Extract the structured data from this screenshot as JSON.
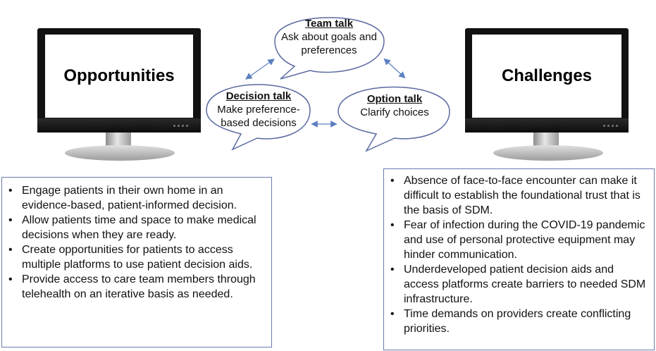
{
  "monitors": {
    "left": {
      "title": "Opportunities"
    },
    "right": {
      "title": "Challenges"
    }
  },
  "bubbles": {
    "team": {
      "title": "Team talk",
      "text": "Ask about goals and preferences"
    },
    "decision": {
      "title": "Decision talk",
      "text": "Make preference-based decisions"
    },
    "option": {
      "title": "Option talk",
      "text": "Clarify choices"
    }
  },
  "opportunities": [
    "Engage patients in their own home in an evidence-based, patient-informed decision.",
    "Allow patients time and space to make medical decisions when they are ready.",
    "Create opportunities for patients to access multiple platforms to use patient decision aids.",
    "Provide access to care team members through telehealth on an iterative basis as needed."
  ],
  "challenges": [
    "Absence of face-to-face encounter can make it difficult to establish the foundational trust that is the basis of SDM.",
    "Fear of infection during the COVID-19 pandemic and use of personal protective equipment may hinder communication.",
    "Underdeveloped patient decision aids and access platforms create barriers to needed SDM infrastructure.",
    "Time demands on providers create conflicting priorities."
  ],
  "bullet_char": "•",
  "colors": {
    "bubble_stroke": "#5a6aa0",
    "arrow": "#5b7fbf",
    "box_border": "#6a7ab0"
  }
}
